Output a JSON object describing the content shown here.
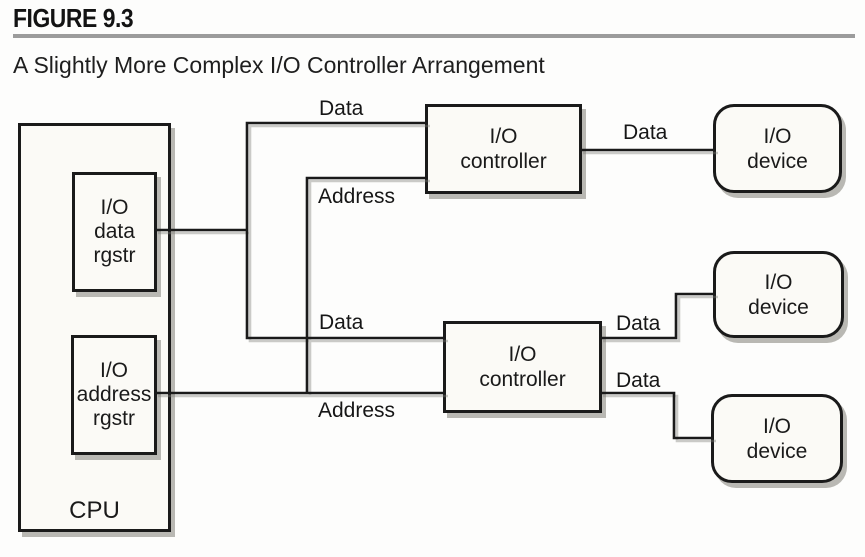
{
  "header": {
    "figure_label": "FIGURE 9.3",
    "caption": "A Slightly More Complex I/O Controller Arrangement"
  },
  "cpu": {
    "label": "CPU",
    "registers": [
      {
        "label": "I/O\ndata\nrgstr"
      },
      {
        "label": "I/O\naddress\nrgstr"
      }
    ]
  },
  "controllers": [
    {
      "label": "I/O\ncontroller"
    },
    {
      "label": "I/O\ncontroller"
    }
  ],
  "devices": [
    {
      "label": "I/O\ndevice"
    },
    {
      "label": "I/O\ndevice"
    },
    {
      "label": "I/O\ndevice"
    }
  ],
  "wire_labels": {
    "data_to_controller1": "Data",
    "address_to_controller1": "Address",
    "data_to_controller2": "Data",
    "address_to_controller2": "Address",
    "controller1_to_device1": "Data",
    "controller2_to_device2": "Data",
    "controller2_to_device3": "Data"
  },
  "colors": {
    "ink": "#1a1a1a",
    "box_fill": "#fbfaf6",
    "shadow": "#b9b8b3",
    "rule": "#9c9c9c",
    "background": "#fdfdfc"
  }
}
